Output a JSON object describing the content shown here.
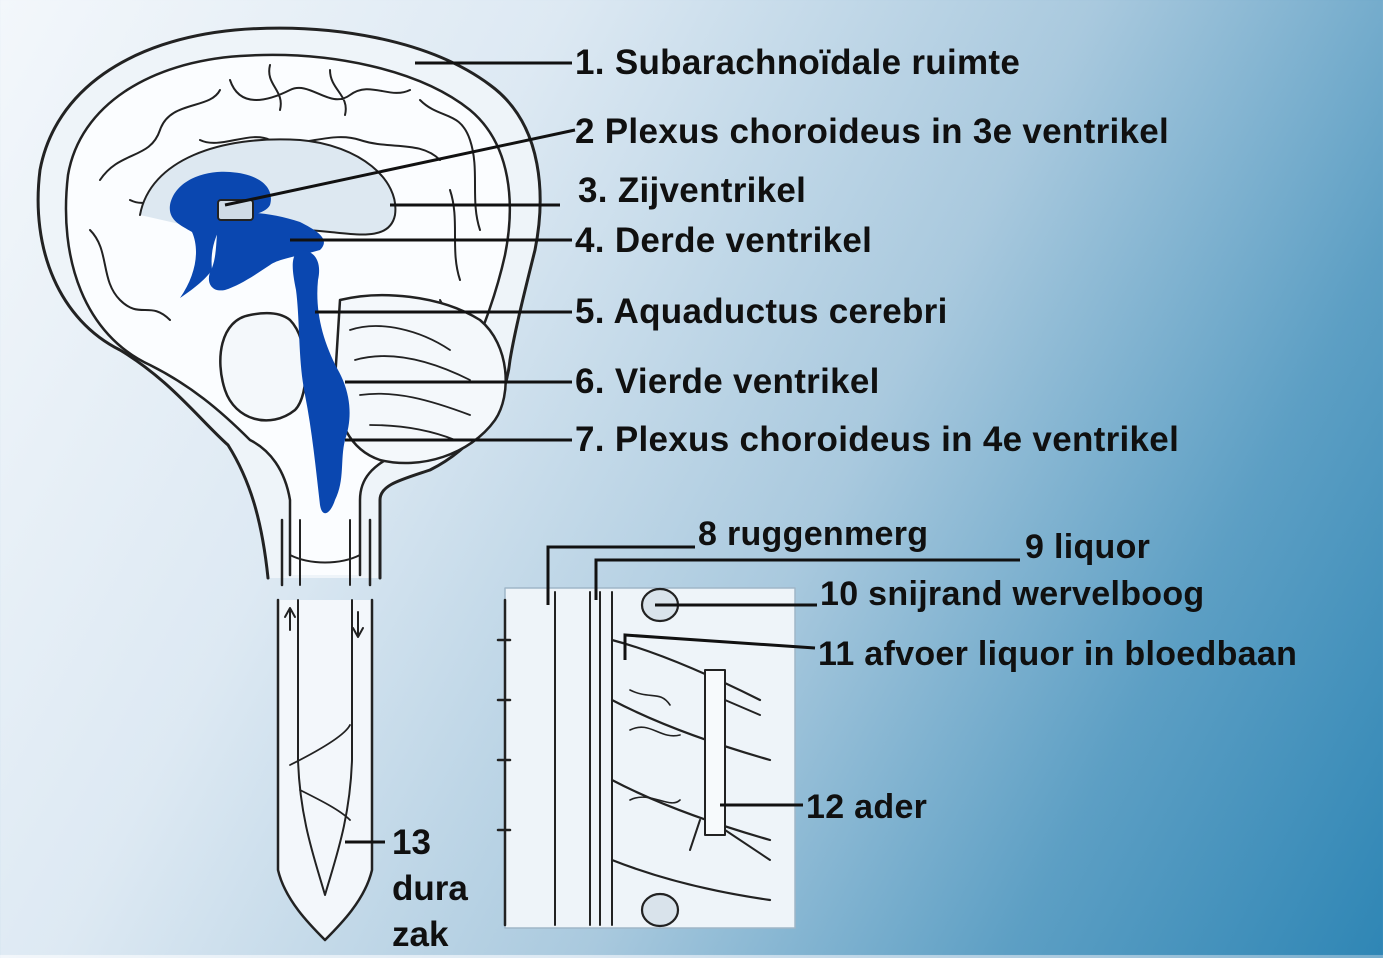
{
  "labels": {
    "l1": "1. Subarachnoïdale ruimte",
    "l2": "2 Plexus choroideus in 3e ventrikel",
    "l3": "3. Zijventrikel",
    "l4": "4. Derde ventrikel",
    "l5": "5. Aquaductus cerebri",
    "l6": "6. Vierde ventrikel",
    "l7": "7. Plexus choroideus in 4e ventrikel",
    "l8": "8 ruggenmerg",
    "l9": "9 liquor",
    "l10": "10 snijrand wervelboog",
    "l11": "11 afvoer liquor in bloedbaan",
    "l12": "12 ader",
    "l13": [
      "13",
      "dura",
      "zak"
    ]
  },
  "colors": {
    "ventricle": "#0a47b0",
    "csf_fill": "#e9f2f8",
    "outline": "#222222",
    "leader": "#111111"
  }
}
